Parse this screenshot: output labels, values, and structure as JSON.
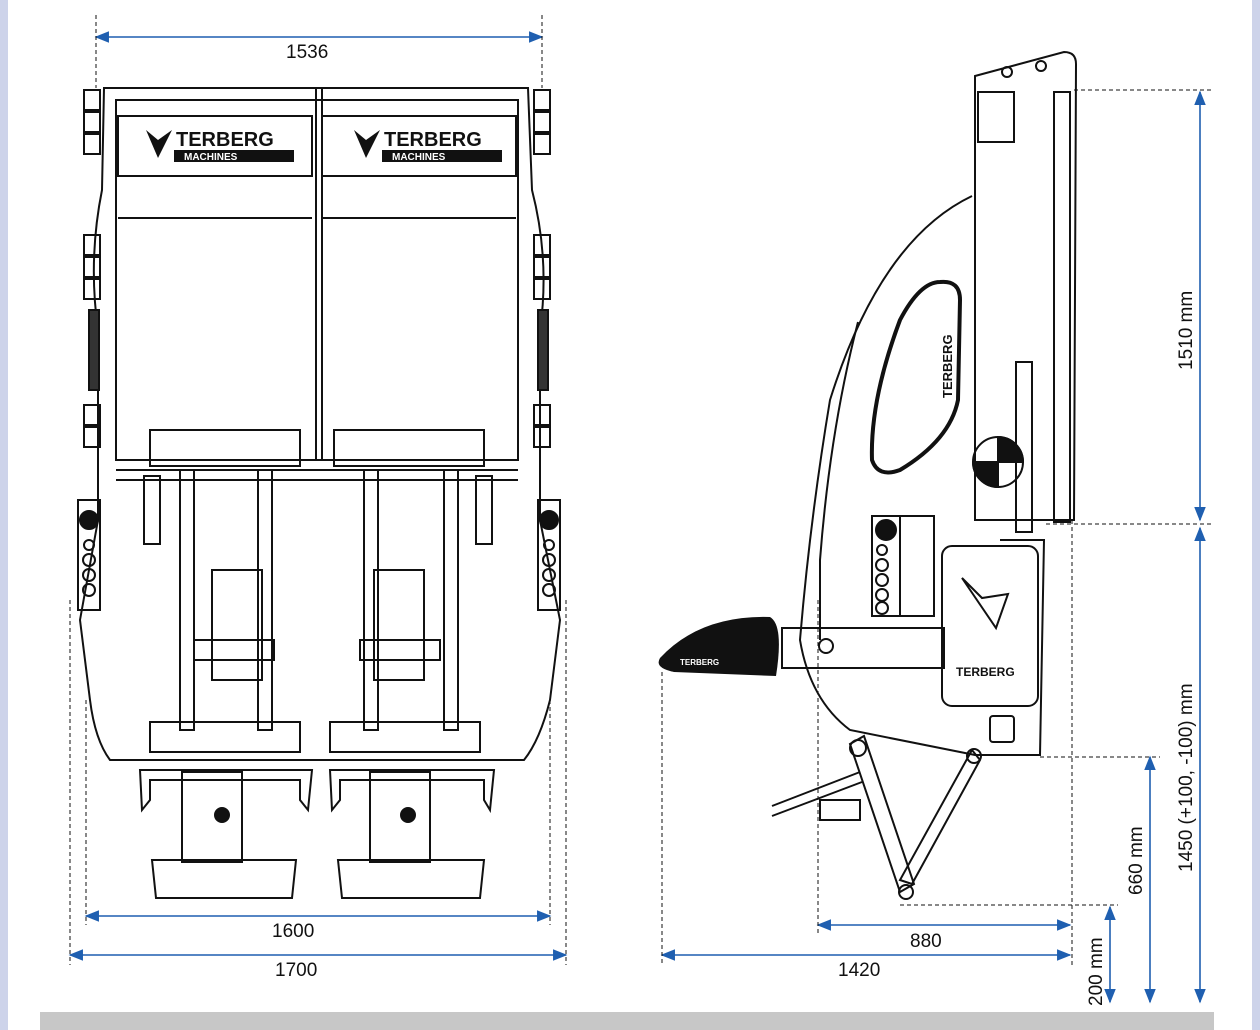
{
  "colors": {
    "background": "#cdd3ea",
    "paper": "#ffffff",
    "dimension_line": "#1f5fb0",
    "outline": "#111111",
    "bottom_bar": "#c7c7c7"
  },
  "brand": {
    "name": "TERBERG",
    "sub": "MACHINES"
  },
  "front_view": {
    "dim_top": "1536",
    "dim_inner": "1600",
    "dim_outer": "1700"
  },
  "side_view": {
    "dim_upper": "1510 mm",
    "dim_lower": "1450 (+100, -100) mm",
    "dim_660": "660 mm",
    "dim_200": "200 mm",
    "dim_880": "880",
    "dim_1420": "1420"
  }
}
